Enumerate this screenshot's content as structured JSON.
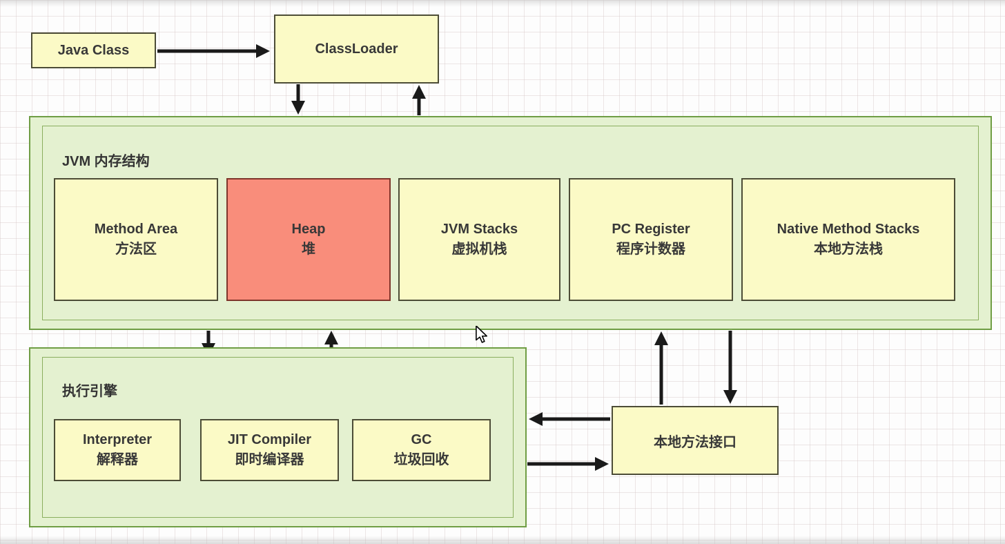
{
  "diagram": {
    "java_class": {
      "label": "Java Class"
    },
    "classloader": {
      "label": "ClassLoader"
    },
    "jvm_memory": {
      "title": "JVM 内存结构",
      "blocks": [
        {
          "en": "Method Area",
          "zh": "方法区"
        },
        {
          "en": "Heap",
          "zh": "堆"
        },
        {
          "en": "JVM Stacks",
          "zh": "虚拟机栈"
        },
        {
          "en": "PC Register",
          "zh": "程序计数器"
        },
        {
          "en": "Native Method Stacks",
          "zh": "本地方法栈"
        }
      ]
    },
    "execution_engine": {
      "title": "执行引擎",
      "blocks": [
        {
          "en": "Interpreter",
          "zh": "解释器"
        },
        {
          "en": "JIT Compiler",
          "zh": "即时编译器"
        },
        {
          "en": "GC",
          "zh": "垃圾回收"
        }
      ]
    },
    "native_interface": {
      "label": "本地方法接口"
    }
  },
  "colors": {
    "yellow_fill": "#FBFAC6",
    "yellow_border": "#4C4C36",
    "red_fill": "#F98D7B",
    "red_border": "#7E352A",
    "green_fill": "#E4F1D0",
    "green_border": "#6F9D44",
    "arrow": "#1A1A1A"
  }
}
